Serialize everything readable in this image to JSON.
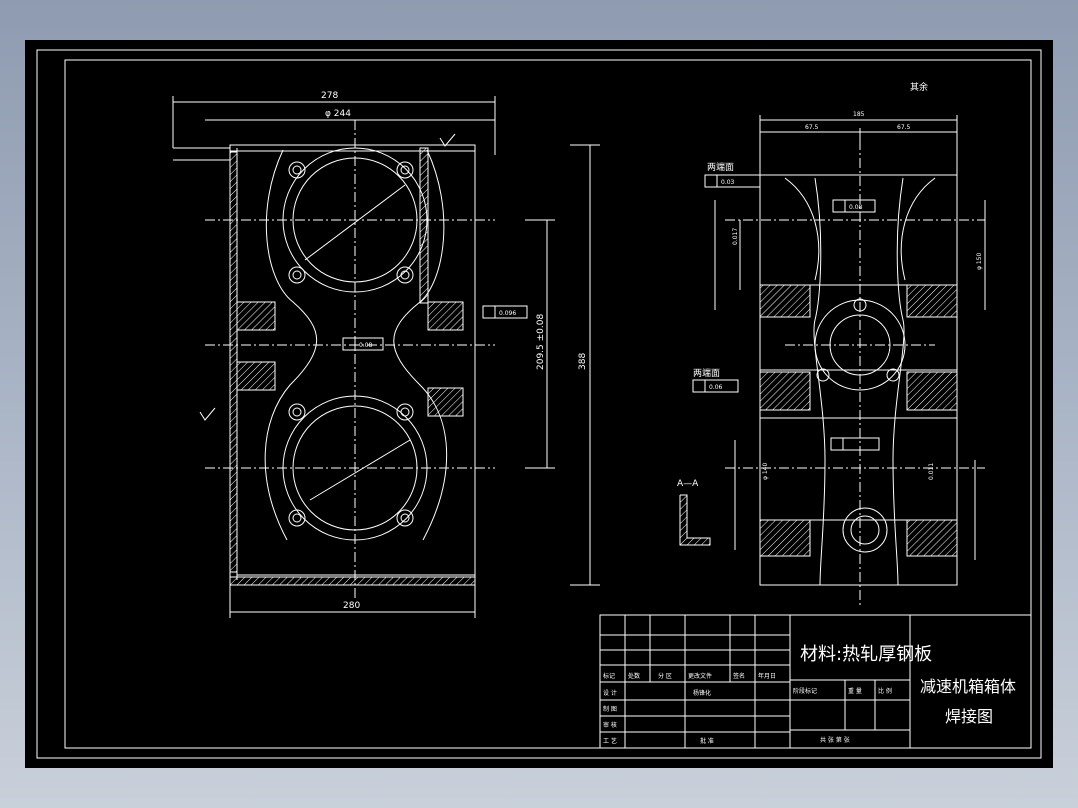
{
  "drawing": {
    "roughness_note": "其余",
    "section_labels": {
      "section_view": "A—A",
      "end_face_top": "两端面",
      "end_face_mid": "两端面"
    },
    "dimensions": {
      "overall_width_top": "278",
      "flange_inner": "φ 244",
      "bottom_width": "280",
      "overall_height": "388",
      "center_distance": "209.5 ±0.08",
      "right_width": "185",
      "right_half_left": "67.5",
      "right_half_right": "67.5",
      "bore_top": "φ 150",
      "bore_bottom": "φ 140",
      "tol_a": "0.017",
      "tol_b": "0.011"
    },
    "tolerance_frames": {
      "perp_1": "0.08",
      "perp_2": "0.096",
      "parallel_1": "0.03",
      "parallel_2": "0.06",
      "parallel_3": "0.08"
    },
    "title_block": {
      "material": "材料:热轧厚钢板",
      "part_name": "减速机箱箱体焊接图",
      "part_name_line1": "减速机箱箱体",
      "part_name_line2": "焊接图",
      "header_cells": [
        "标记",
        "处数",
        "分 区",
        "更改文件",
        "签名",
        "年月日"
      ],
      "rows": [
        "设 计",
        "制 图",
        "审 核",
        "工 艺"
      ],
      "designer": "杨锋化",
      "approver": "批 准",
      "middle_headers": [
        "阶段标记",
        "重 量",
        "比 例"
      ],
      "sheet_info": "共 张 第 张"
    }
  }
}
